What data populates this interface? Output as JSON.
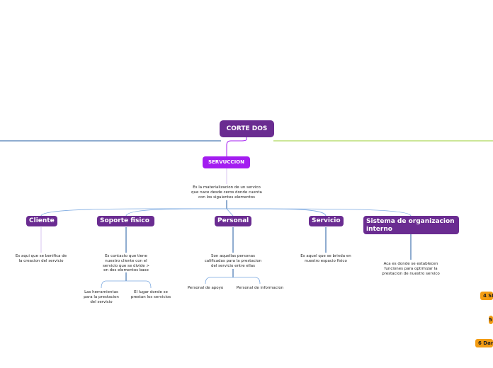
{
  "colors": {
    "root": "#6a2c91",
    "servuccion": "#a31df0",
    "topic": "#6a2c91",
    "floating": "#f39c12",
    "line_left": "#1f5aa0",
    "line_right": "#9acd32",
    "connector": "#7aa8e0",
    "connector_light": "#d9c6f0"
  },
  "root": {
    "title": "CORTE DOS"
  },
  "servuccion": {
    "title": "SERVUCCION",
    "description": "Es la materializacion de un servico que nace desde ceros donde cuenta con los siguientes elementos"
  },
  "elements": [
    {
      "title": "Cliente",
      "description": "Es aqui que se benifica de la creacion del servicio"
    },
    {
      "title": "Soporte fisico",
      "description": "Es contacto que tiene nuestro cliente con el servicio que se divide > en dos elementos base",
      "children": [
        "Las herramientas para la prestacion del servicio",
        "El lugar donde se prestan los servicios"
      ]
    },
    {
      "title": "Personal",
      "description": "Son aquellas personas calificadas para la prestacion del servicio entre ellas",
      "children": [
        "Personal de apoyo",
        "Personal de informacion"
      ]
    },
    {
      "title": "Servicio",
      "description": "Es aquel que se brinda en nuestro espacio fisico"
    },
    {
      "title": "Sistema de organizacion interno",
      "description": "Aca es donde se establecen funciones para optimizar la prestacion de nuestro servico"
    }
  ],
  "floating_nodes": [
    "4 SI",
    "5",
    "6 Dar"
  ]
}
